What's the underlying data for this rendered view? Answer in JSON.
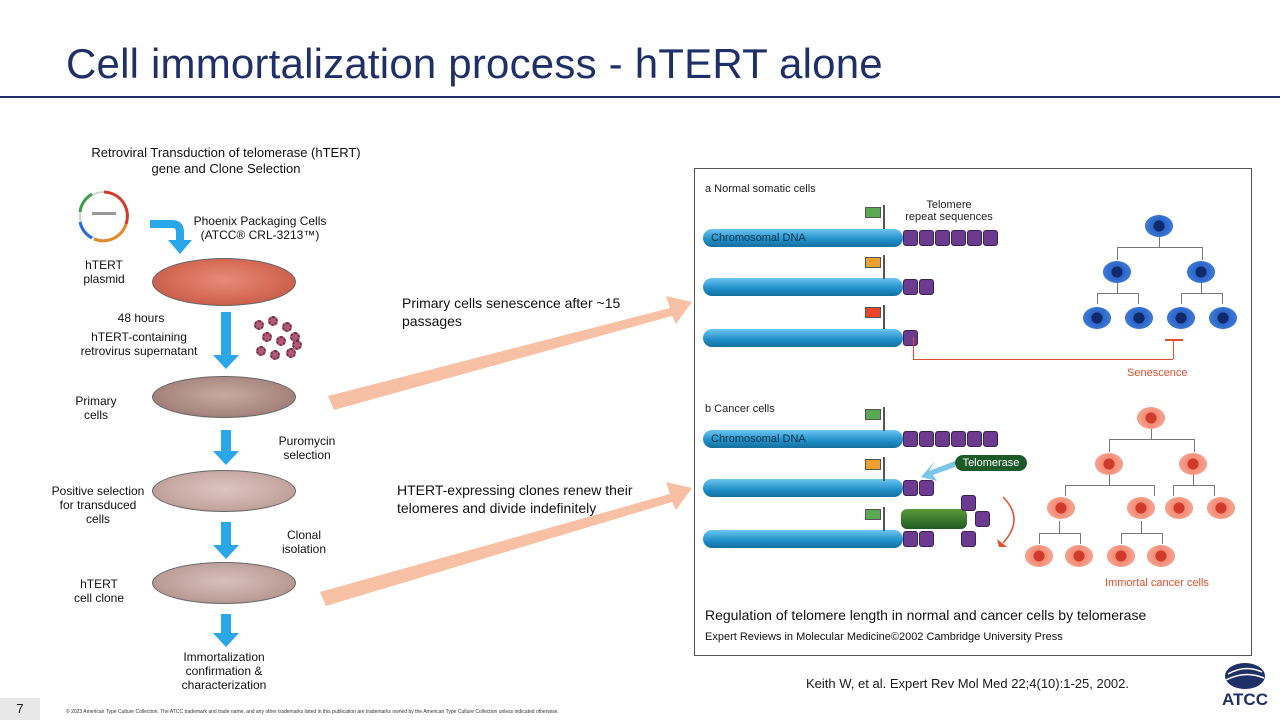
{
  "title": "Cell immortalization process - hTERT alone",
  "left": {
    "heading_1": "Retroviral Transduction of telomerase (hTERT)",
    "heading_2": "gene and Clone Selection",
    "plasmid_label": "hTERT\nplasmid",
    "phoenix_1": "Phoenix Packaging Cells",
    "phoenix_2": "(ATCC® CRL-3213™)",
    "hours": "48 hours",
    "supernatant": "hTERT-containing\nretrovirus supernatant",
    "primary": "Primary\ncells",
    "puromycin": "Puromycin\nselection",
    "positive": "Positive selection\nfor transduced\ncells",
    "clonal": "Clonal\nisolation",
    "clone": "hTERT\ncell clone",
    "confirm": "Immortalization\nconfirmation &\ncharacterization"
  },
  "middle": {
    "text_1": "Primary cells senescence after ~15 passages",
    "text_2": "HTERT-expressing clones renew their telomeres and divide indefinitely"
  },
  "figure": {
    "panel_a": "a Normal somatic cells",
    "telomere_label": "Telomere\nrepeat sequences",
    "chrom_dna": "Chromosomal DNA",
    "senescence": "Senescence",
    "panel_b": "b Cancer cells",
    "chrom_dna_b": "Chromosomal DNA",
    "telomerase": "Telomerase",
    "immortal": "Immortal cancer cells",
    "caption": "Regulation of telomere length in normal and cancer cells by telomerase",
    "credit": "Expert Reviews in Molecular Medicine©2002 Cambridge University Press"
  },
  "citation": "Keith W, et al. Expert Rev Mol Med 22;4(10):1-25, 2002.",
  "logo_text": "ATCC",
  "slide_number": "7",
  "footer": "© 2023 American Type Culture Collection. The ATCC trademark and trade name, and any other trademarks listed in this publication are trademarks owned by the American Type Culture Collection unless indicated otherwise.",
  "colors": {
    "title": "#1f3068",
    "arrow": "#29a7e8",
    "chromosome": "#1f8ec8",
    "senescence": "#e0502c"
  }
}
